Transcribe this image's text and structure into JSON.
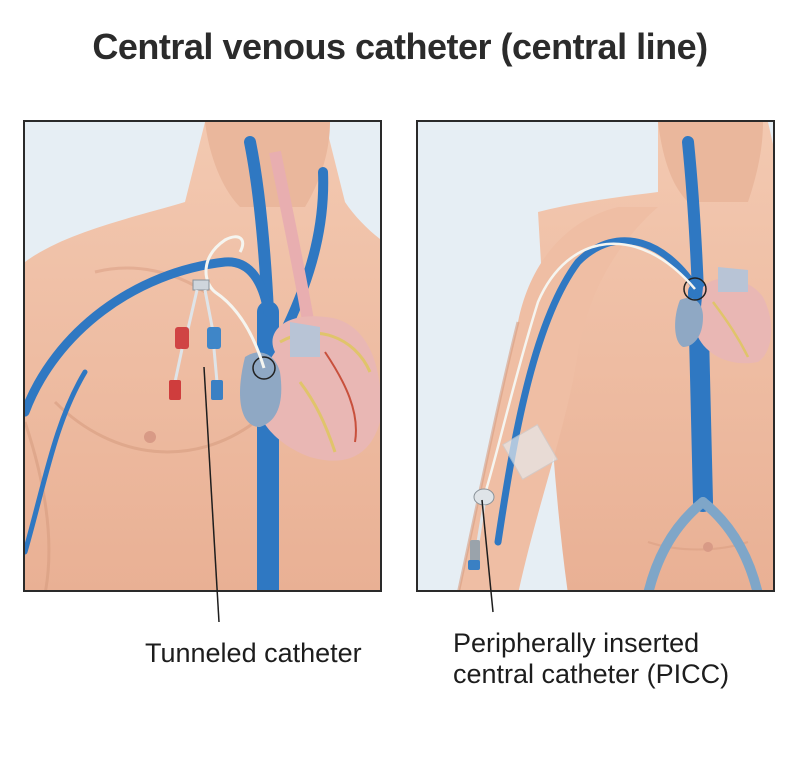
{
  "title": "Central venous catheter (central line)",
  "captions": {
    "left": "Tunneled catheter",
    "right_line1": "Peripherally inserted",
    "right_line2": "central catheter (PICC)"
  },
  "colors": {
    "skin": "#f1c2a8",
    "skin_shadow": "#dca087",
    "vein": "#2f78c2",
    "heart": "#e9b7b4",
    "background": "#e6eef4"
  }
}
